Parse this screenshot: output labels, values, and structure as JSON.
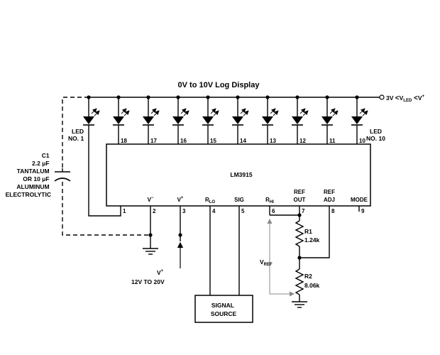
{
  "title": "0V to 10V Log Display",
  "chip_name": "LM3915",
  "supply_rail": {
    "prefix": "3V ",
    "vled": "V",
    "vled_sub": "LED",
    "vplus": "V",
    "vplus_sup": "+"
  },
  "led_first": [
    "LED",
    "NO. 1"
  ],
  "led_last": [
    "LED",
    "NO. 10"
  ],
  "top_pins": [
    "18",
    "17",
    "16",
    "15",
    "14",
    "13",
    "12",
    "11",
    "10"
  ],
  "bottom_pins": [
    {
      "num": "1",
      "label": ""
    },
    {
      "num": "2",
      "label": "V",
      "sup": "−"
    },
    {
      "num": "3",
      "label": "V",
      "sup": "+"
    },
    {
      "num": "4",
      "label": "R",
      "sub": "LO"
    },
    {
      "num": "5",
      "label": "SIG"
    },
    {
      "num": "6",
      "label": "R",
      "sub": "HI"
    },
    {
      "num": "7",
      "label": "REF",
      "label2": "OUT"
    },
    {
      "num": "8",
      "label": "REF",
      "label2": "ADJ"
    },
    {
      "num": "9",
      "label": "MODE"
    }
  ],
  "capacitor": [
    "C1",
    "2.2 μF",
    "TANTALUM",
    "OR 10 μF",
    "ALUMINUM",
    "ELECTROLYTIC"
  ],
  "supply_input": {
    "v": "V",
    "sup": "+",
    "range": "12V TO 20V"
  },
  "signal_source": [
    "SIGNAL",
    "SOURCE"
  ],
  "r1": [
    "R1",
    "1.24k"
  ],
  "r2": [
    "R2",
    "8.06k"
  ],
  "vref": {
    "v": "V",
    "sub": "REF"
  }
}
